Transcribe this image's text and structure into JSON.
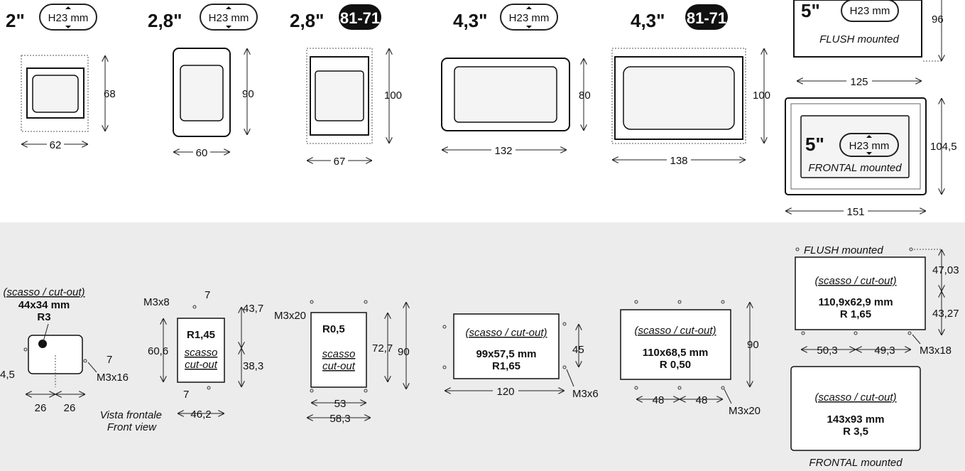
{
  "top": {
    "d2": {
      "size": "2\"",
      "badge": "H23 mm",
      "h": "68",
      "w": "62"
    },
    "d28a": {
      "size": "2,8\"",
      "badge": "H23 mm",
      "h": "90",
      "w": "60"
    },
    "d28b": {
      "size": "2,8\"",
      "badge": "81-71",
      "h": "100",
      "w": "67"
    },
    "d43a": {
      "size": "4,3\"",
      "badge": "H23 mm",
      "h": "80",
      "w": "132"
    },
    "d43b": {
      "size": "4,3\"",
      "badge": "81-71",
      "h": "100",
      "w": "138"
    },
    "d5f": {
      "size": "5\"",
      "badge": "H23 mm",
      "mount": "FLUSH mounted",
      "h": "96",
      "w": "125"
    },
    "d5fr": {
      "size": "5\"",
      "badge": "H23 mm",
      "mount": "FRONTAL mounted",
      "h": "104,5",
      "w": "151"
    }
  },
  "bottom": {
    "c2": {
      "label": "(scasso / cut-out)",
      "size": "44x34 mm",
      "radius": "R3",
      "w1": "26",
      "w2": "26",
      "h": "7",
      "left": "4,5",
      "screw": "M3x16"
    },
    "c28a": {
      "screw": "M3x8",
      "top_off": "7",
      "radius": "R1,45",
      "label1": "scasso",
      "label2": "cut-out",
      "h_total": "60,6",
      "h_top": "43,7",
      "h_bottom": "38,3",
      "bot_off": "7",
      "w": "46,2",
      "caption1": "Vista frontale",
      "caption2": "Front view"
    },
    "c28b": {
      "screw": "M3x20",
      "radius": "R0,5",
      "label1": "scasso",
      "label2": "cut-out",
      "h_in": "72,7",
      "h_out": "90",
      "w_in": "53",
      "w_out": "58,3"
    },
    "c43a": {
      "label": "(scasso / cut-out)",
      "size": "99x57,5 mm",
      "radius": "R1,65",
      "h": "45",
      "w": "120",
      "screw": "M3x6"
    },
    "c43b": {
      "label": "(scasso / cut-out)",
      "size": "110x68,5 mm",
      "radius": "R 0,50",
      "h": "90",
      "w1": "48",
      "w2": "48",
      "screw": "M3x20"
    },
    "c5f": {
      "mount": "FLUSH mounted",
      "label": "(scasso / cut-out)",
      "size": "110,9x62,9 mm",
      "radius": "R 1,65",
      "h1": "47,03",
      "h2": "43,27",
      "w1": "50,3",
      "w2": "49,3",
      "screw": "M3x18"
    },
    "c5fr": {
      "label": "(scasso / cut-out)",
      "size": "143x93 mm",
      "radius": "R 3,5",
      "mount": "FRONTAL mounted"
    }
  }
}
